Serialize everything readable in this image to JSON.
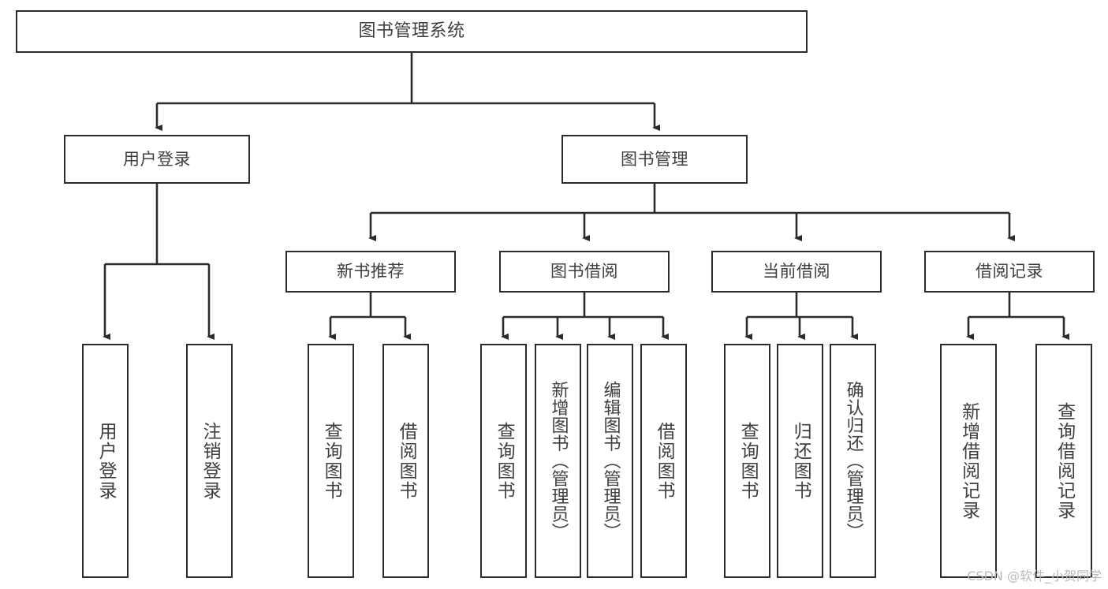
{
  "diagram": {
    "type": "tree",
    "title": "图书管理系统",
    "watermark": "CSDN @软件_小贺同学",
    "colors": {
      "background": "#ffffff",
      "box_border": "#2b2b2b",
      "box_fill": "#ffffff",
      "text": "#3f3f3f",
      "connector": "#2b2b2b",
      "watermark": "#b9b9b9"
    },
    "root": {
      "label": "图书管理系统"
    },
    "level2": [
      {
        "id": "user-login",
        "label": "用户登录"
      },
      {
        "id": "book-management",
        "label": "图书管理"
      }
    ],
    "level3": [
      {
        "id": "new-book-recommend",
        "label": "新书推荐",
        "parent": "book-management"
      },
      {
        "id": "book-borrow",
        "label": "图书借阅",
        "parent": "book-management"
      },
      {
        "id": "current-borrow",
        "label": "当前借阅",
        "parent": "book-management"
      },
      {
        "id": "borrow-record",
        "label": "借阅记录",
        "parent": "book-management"
      }
    ],
    "leaves": {
      "user_login": [
        {
          "id": "leaf-user-login",
          "label": "用户登录"
        },
        {
          "id": "leaf-logout-login",
          "label": "注销登录"
        }
      ],
      "new_book_recommend": [
        {
          "id": "leaf-query-book-1",
          "label": "查询图书"
        },
        {
          "id": "leaf-borrow-book-1",
          "label": "借阅图书"
        }
      ],
      "book_borrow": [
        {
          "id": "leaf-query-book-2",
          "label": "查询图书"
        },
        {
          "id": "leaf-add-book",
          "label": "新增图书（管理员）"
        },
        {
          "id": "leaf-edit-book",
          "label": "编辑图书（管理员）"
        },
        {
          "id": "leaf-borrow-book-2",
          "label": "借阅图书"
        }
      ],
      "current_borrow": [
        {
          "id": "leaf-query-book-3",
          "label": "查询图书"
        },
        {
          "id": "leaf-return-book",
          "label": "归还图书"
        },
        {
          "id": "leaf-confirm-return",
          "label": "确认归还（管理员）"
        }
      ],
      "borrow_record": [
        {
          "id": "leaf-add-record",
          "label": "新增借阅记录"
        },
        {
          "id": "leaf-query-record",
          "label": "查询借阅记录"
        }
      ]
    }
  }
}
